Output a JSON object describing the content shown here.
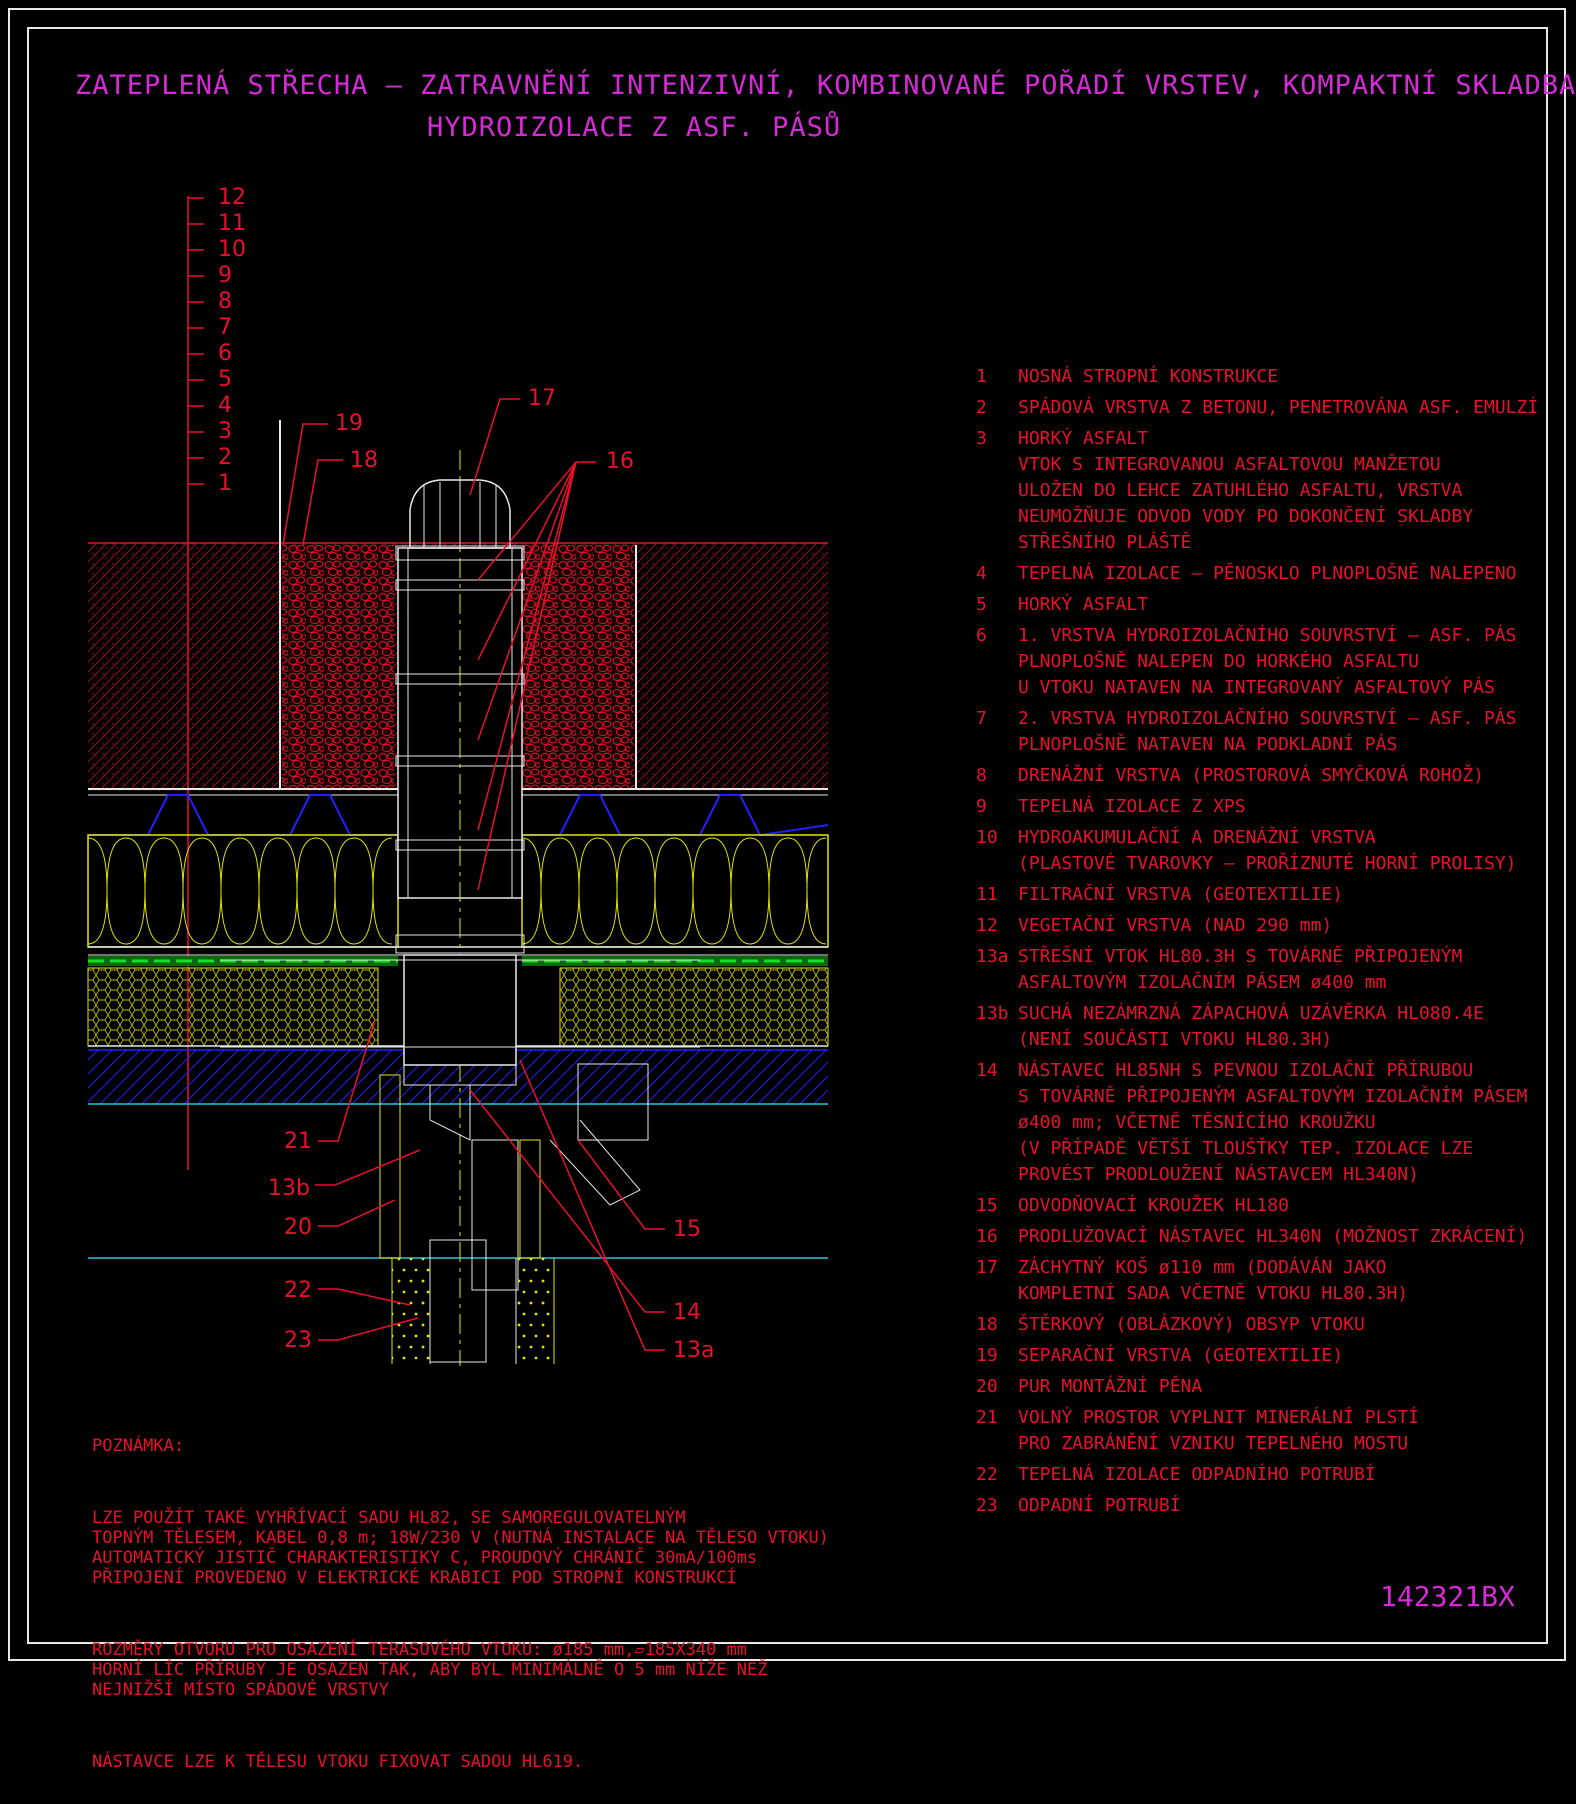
{
  "title": {
    "line1": "ZATEPLENÁ STŘECHA – ZATRAVNĚNÍ INTENZIVNÍ, KOMBINOVANÉ POŘADÍ VRSTEV, KOMPAKTNÍ SKLADBA",
    "line2": "HYDROIZOLACE Z ASF. PÁSŮ"
  },
  "layer_scale": [
    "12",
    "11",
    "10",
    "9",
    "8",
    "7",
    "6",
    "5",
    "4",
    "3",
    "2",
    "1"
  ],
  "callouts": {
    "c17": "17",
    "c16": "16",
    "c19": "19",
    "c18": "18",
    "c21": "21",
    "c13b": "13b",
    "c20": "20",
    "c22": "22",
    "c23": "23",
    "c15": "15",
    "c14": "14",
    "c13a": "13a"
  },
  "legend": [
    {
      "num": "1",
      "text": "NOSNÁ STROPNÍ KONSTRUKCE"
    },
    {
      "num": "2",
      "text": "SPÁDOVÁ VRSTVA Z BETONU, PENETROVÁNA ASF. EMULZÍ"
    },
    {
      "num": "3",
      "text": "HORKÝ ASFALT\nVTOK S INTEGROVANOU ASFALTOVOU MANŽETOU\nULOŽEN DO LEHCE ZATUHLÉHO ASFALTU, VRSTVA\nNEUMOŽŇUJE ODVOD VODY PO DOKONČENÍ SKLADBY\nSTŘEŠNÍHO PLÁŠTĚ"
    },
    {
      "num": "4",
      "text": "TEPELNÁ IZOLACE – PĚNOSKLO PLNOPLOŠNĚ NALEPENO"
    },
    {
      "num": "5",
      "text": "HORKÝ ASFALT"
    },
    {
      "num": "6",
      "text": "1. VRSTVA HYDROIZOLAČNÍHO SOUVRSTVÍ – ASF. PÁS\nPLNOPLOŠNĚ NALEPEN DO HORKÉHO ASFALTU\nU VTOKU NATAVEN NA INTEGROVANÝ ASFALTOVÝ PÁS"
    },
    {
      "num": "7",
      "text": "2. VRSTVA HYDROIZOLAČNÍHO SOUVRSTVÍ – ASF. PÁS\nPLNOPLOŠNĚ NATAVEN NA PODKLADNÍ PÁS"
    },
    {
      "num": "8",
      "text": "DRENÁŽNÍ VRSTVA (PROSTOROVÁ SMYČKOVÁ ROHOŽ)"
    },
    {
      "num": "9",
      "text": "TEPELNÁ IZOLACE Z XPS"
    },
    {
      "num": "10",
      "text": "HYDROAKUMULAČNÍ A DRENÁŽNÍ VRSTVA\n(PLASTOVÉ TVAROVKY – PROŘÍZNUTÉ HORNÍ PROLISY)"
    },
    {
      "num": "11",
      "text": "FILTRAČNÍ VRSTVA (GEOTEXTILIE)"
    },
    {
      "num": "12",
      "text": "VEGETAČNÍ VRSTVA (NAD 290 mm)"
    },
    {
      "num": "13a",
      "text": "STŘEŠNÍ VTOK HL80.3H S TOVÁRNĚ PŘIPOJENÝM\nASFALTOVÝM IZOLAČNÍM PÁSEM ø400 mm"
    },
    {
      "num": "13b",
      "text": "SUCHÁ NEZÁMRZNÁ ZÁPACHOVÁ UZÁVĚRKA HL080.4E\n(NENÍ SOUČÁSTI VTOKU HL80.3H)"
    },
    {
      "num": "14",
      "text": "NÁSTAVEC HL85NH S PEVNOU IZOLAČNÍ PŘÍRUBOU\nS TOVÁRNĚ PŘIPOJENÝM ASFALTOVÝM IZOLAČNÍM PÁSEM\nø400 mm; VČETNĚ TĚSNÍCÍHO KROUŽKU\n(V PŘÍPADĚ VĚTŠÍ TLOUŠŤKY TEP. IZOLACE LZE\nPROVÉST PRODLOUŽENÍ NÁSTAVCEM HL340N)"
    },
    {
      "num": "15",
      "text": "ODVODŇOVACÍ KROUŽEK HL180"
    },
    {
      "num": "16",
      "text": "PRODLUŽOVACÍ NÁSTAVEC HL340N (MOŽNOST ZKRÁCENÍ)"
    },
    {
      "num": "17",
      "text": "ZÁCHYTNÝ KOŠ ø110 mm (DODÁVÁN JAKO\nKOMPLETNÍ SADA VČETNĚ VTOKU HL80.3H)"
    },
    {
      "num": "18",
      "text": "ŠTĚRKOVÝ (OBLÁZKOVÝ) OBSYP VTOKU"
    },
    {
      "num": "19",
      "text": "SEPARAČNÍ VRSTVA (GEOTEXTILIE)"
    },
    {
      "num": "20",
      "text": "PUR MONTÁŽNÍ PĚNA"
    },
    {
      "num": "21",
      "text": "VOLNÝ PROSTOR VYPLNIT MINERÁLNÍ PLSTÍ\nPRO ZABRÁNĚNÍ VZNIKU TEPELNÉHO MOSTU"
    },
    {
      "num": "22",
      "text": "TEPELNÁ IZOLACE ODPADNÍHO POTRUBÍ"
    },
    {
      "num": "23",
      "text": "ODPADNÍ POTRUBÍ"
    }
  ],
  "note": {
    "heading": "POZNÁMKA:",
    "p1": "LZE POUŽÍT TAKÉ VYHŘÍVACÍ SADU HL82, SE SAMOREGULOVATELNÝM\nTOPNÝM TĚLESEM, KABEL 0,8 m; 18W/230 V (NUTNÁ INSTALACE NA TĚLESO VTOKU)\nAUTOMATICKÝ JISTIČ CHARAKTERISTIKY C, PROUDOVÝ CHRÁNIČ 30mA/100ms\nPŘIPOJENÍ PROVEDENO V ELEKTRICKÉ KRABICI POD STROPNÍ KONSTRUKCÍ",
    "p2": "ROZMĚRY OTVORU PRO OSAZENÍ TERASOVÉHO VTOKU: ø185 mm,▱185X340 mm\nHORNÍ LÍC PŘÍRUBY JE OSAZEN TAK, ABY BYL MINIMÁLNĚ O 5 mm NÍŽE NEŽ\nNEJNIŽŠÍ MÍSTO SPÁDOVÉ VRSTVY",
    "p3": "NÁSTAVCE LZE K TĚLESU VTOKU FIXOVAT SADOU HL619."
  },
  "drawing_id": "142321BX",
  "colors": {
    "magenta": "#d62ad6",
    "red": "#e8102a",
    "yellow": "#e6e600",
    "green": "#18e018",
    "blue": "#2020ff",
    "cyan": "#20c8d8",
    "white": "#e8e8e8"
  }
}
